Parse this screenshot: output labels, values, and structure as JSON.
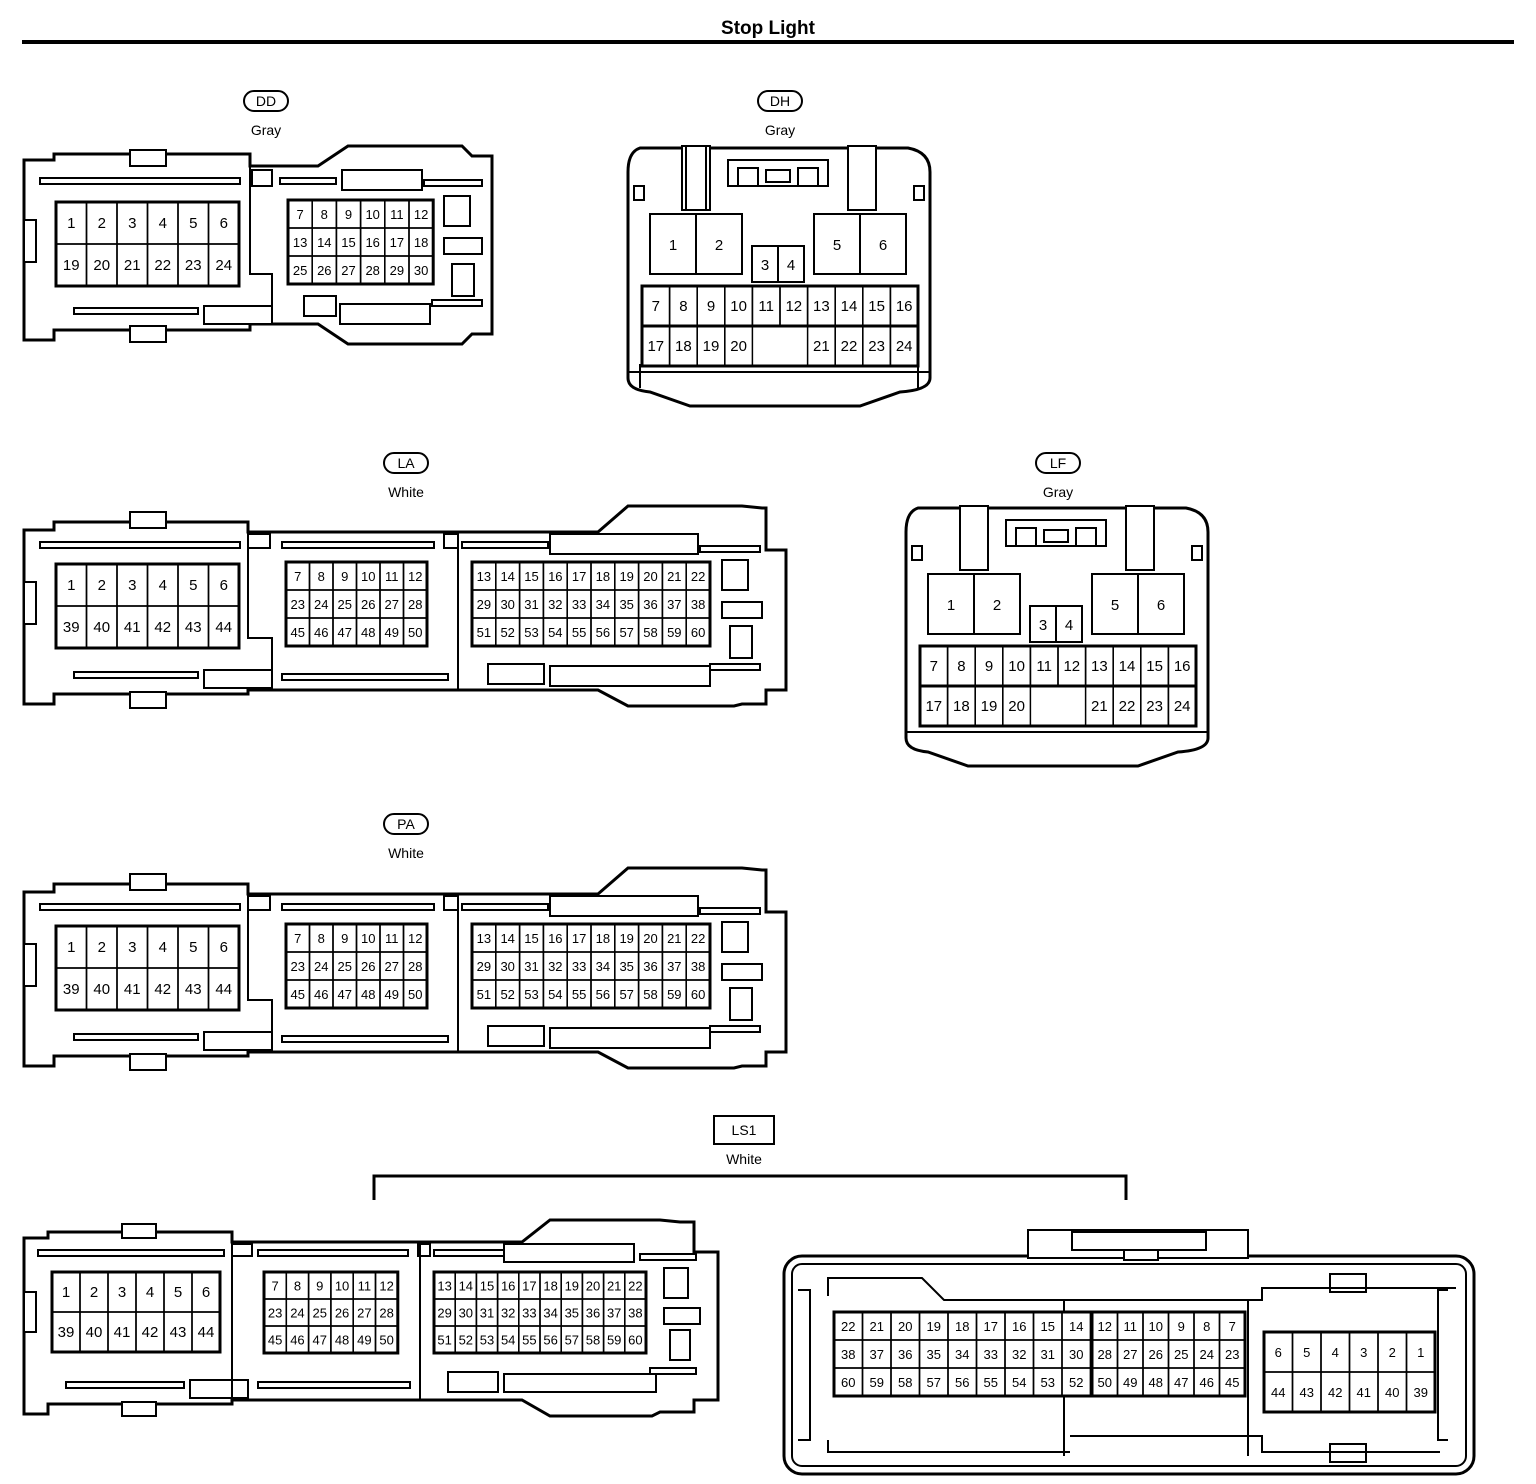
{
  "page": {
    "title": "Stop Light"
  },
  "connectors": {
    "DD": {
      "label": "DD",
      "color": "Gray"
    },
    "DH": {
      "label": "DH",
      "color": "Gray"
    },
    "LA": {
      "label": "LA",
      "color": "White"
    },
    "LF": {
      "label": "LF",
      "color": "Gray"
    },
    "PA": {
      "label": "PA",
      "color": "White"
    },
    "LS1": {
      "label": "LS1",
      "color": "White"
    }
  }
}
